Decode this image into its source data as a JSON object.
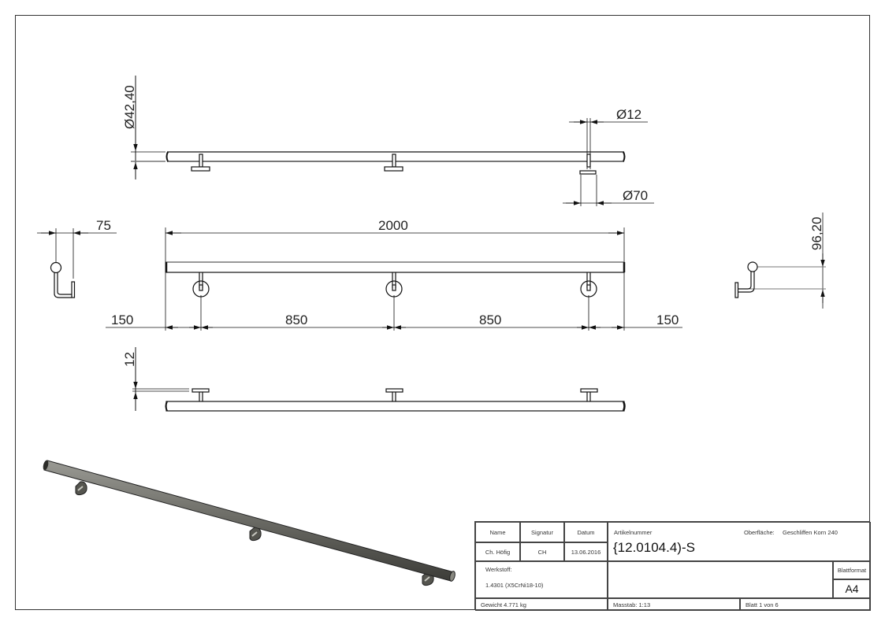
{
  "drawing": {
    "views": {
      "top_view": {
        "dimensions": {
          "tube_diameter": "Ø42,40",
          "pin_diameter": "Ø12",
          "plate_diameter": "Ø70"
        }
      },
      "front_view": {
        "dimensions": {
          "overall_length": "2000",
          "left_overhang": "150",
          "spacing_1": "850",
          "spacing_2": "850",
          "right_overhang": "150"
        }
      },
      "left_side_view": {
        "dimensions": {
          "wall_offset": "75"
        }
      },
      "right_side_view": {
        "dimensions": {
          "bracket_height": "96,20"
        }
      },
      "bottom_view": {
        "dimensions": {
          "plate_thickness": "12"
        }
      },
      "isometric_view": {
        "material_color": "#6e6e68"
      }
    },
    "bracket_count": 3
  },
  "title_block": {
    "headers": {
      "name": "Name",
      "signature": "Signatur",
      "date": "Datum"
    },
    "values": {
      "name": "Ch. Höfig",
      "signature": "CH",
      "date": "13.06.2016"
    },
    "article_label": "Artikelnummer",
    "article_number": "{12.0104.4)-S",
    "surface_label": "Oberfläche:",
    "surface_value": "Geschliffen Korn 240",
    "material_label": "Werkstoff:",
    "material_value": "1.4301 (X5CrNi18-10)",
    "sheet_format_label": "Blattformat",
    "sheet_format_value": "A4",
    "weight": "Gewicht 4.771 kg",
    "scale": "Masstab: 1:13",
    "sheet": "Blatt 1 von 6"
  }
}
